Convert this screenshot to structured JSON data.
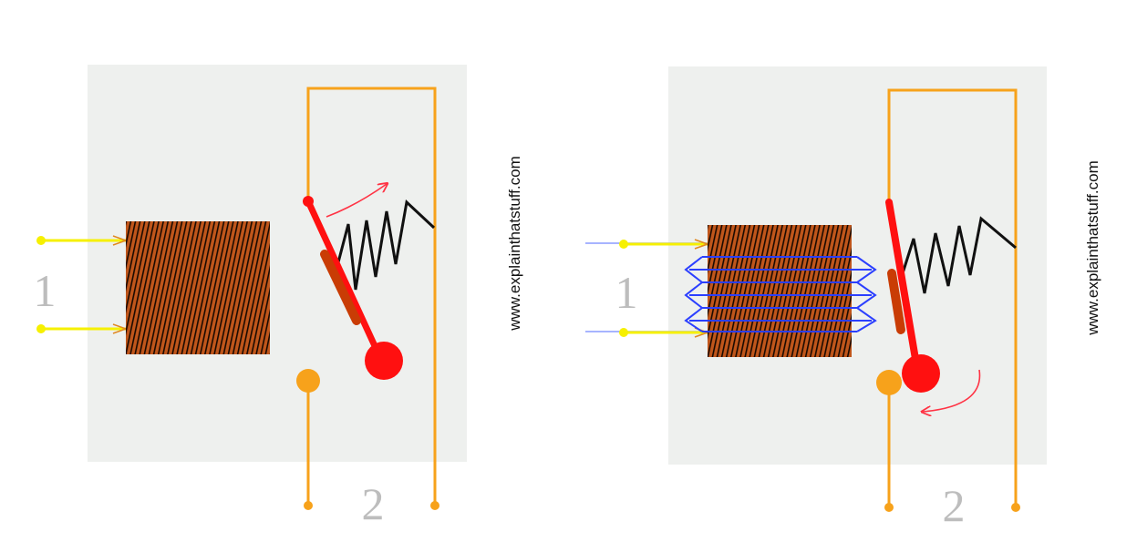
{
  "diagrams": [
    {
      "state": "off",
      "labels": {
        "input": "1",
        "output": "2"
      },
      "watermark": "www.explainthatstuff.com"
    },
    {
      "state": "on",
      "labels": {
        "input": "1",
        "output": "2"
      },
      "watermark": "www.explainthatstuff.com"
    }
  ],
  "colors": {
    "panel": "#eef0ee",
    "coil": "#c0561b",
    "coil_stripe": "#1a0a00",
    "input_wire": "#f6f000",
    "circuit_wire": "#f7a21b",
    "armature": "#ff1010",
    "contact_pad": "#c93c05",
    "spring": "#111111",
    "magnetic_field": "#2b3fff",
    "motion_arrow": "#ff3344",
    "label": "#bdbdbd"
  }
}
